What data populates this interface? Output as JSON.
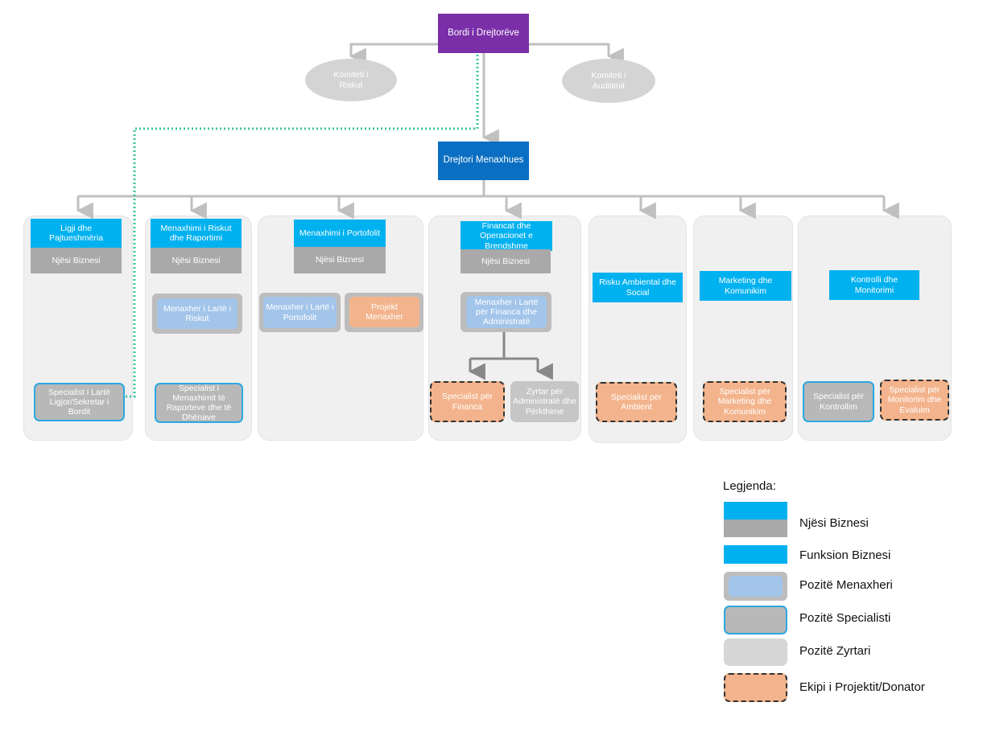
{
  "board": "Bordi i Drejtorëve",
  "committees": {
    "risk": "Komiteti i Riskut",
    "audit": "Komiteti i Auditimit"
  },
  "ceo": "Drejtori Menaxhues",
  "columns": {
    "legal": {
      "function": "Ligji dhe Pajtueshmëria",
      "unit": "Njësi Biznesi",
      "specialist": "Specialist i Lartë Ligjor/Sekretar i Bordit"
    },
    "risk": {
      "function": "Menaxhimi i Riskut dhe Raportimi",
      "unit": "Njësi Biznesi",
      "manager": "Menaxher i Lartë i Riskut",
      "specialist": "Specialist i Menaxhimit të Raporteve dhe të Dhënave"
    },
    "portfolio": {
      "function": "Menaxhimi i Portofolit",
      "unit": "Njësi Biznesi",
      "manager": "Menaxher i Lartë i Portofolit",
      "project_manager": "Projekt Menaxher"
    },
    "finance": {
      "function": "Financat dhe Operacionet e Brendshme",
      "unit": "Njësi Biznesi",
      "manager": "Menaxher i Lartë për Financa dhe Administratë",
      "project_specialist": "Specialist për Financa",
      "official": "Zyrtar për Administratë dhe Përkthime"
    },
    "env": {
      "function": "Risku Ambiental dhe Social",
      "project_specialist": "Specialist për Ambient"
    },
    "marketing": {
      "function": "Marketing dhe Komunikim",
      "project_specialist": "Specialist për Marketing dhe Komunikim"
    },
    "control": {
      "function": "Kontrolli dhe Monitorimi",
      "specialist": "Specialist për Kontrollim",
      "project_specialist": "Specialist për Monitorim dhe Evaluim"
    }
  },
  "legend": {
    "title": "Legjenda:",
    "items": [
      "Njësi Biznesi",
      "Funksion Biznesi",
      "Pozitë Menaxheri",
      "Pozitë Specialisti",
      "Pozitë Zyrtari",
      "Ekipi i Projektit/Donator"
    ]
  },
  "colors": {
    "board": "#7a2fa8",
    "ceo": "#0a6fc2",
    "function": "#00b1f0",
    "unit": "#a9a9a9",
    "manager": "#a3c5ea",
    "project": "#f3b48d",
    "specialist_border": "#2aa9e0",
    "dotted_line": "#3cc3a0",
    "connector": "#c0c0c0"
  }
}
